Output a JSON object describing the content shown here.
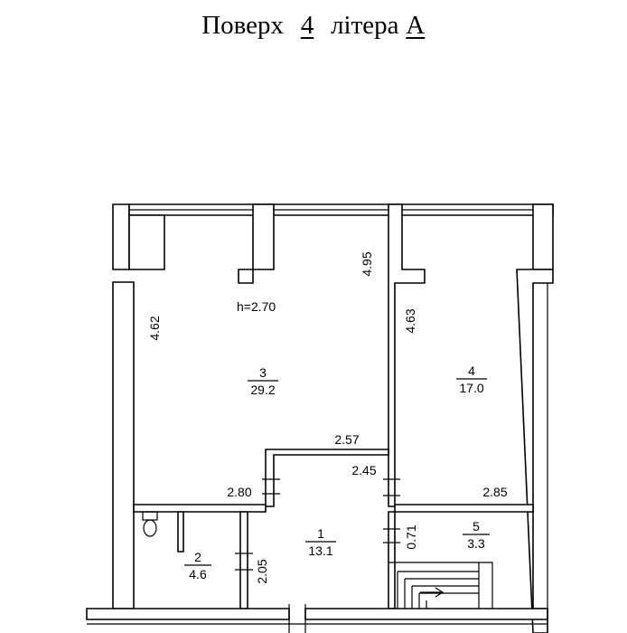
{
  "title": {
    "floor_label": "Поверх",
    "floor_number": "4",
    "letter_label": "літера",
    "letter_value": "А"
  },
  "height_note": "h=2.70",
  "rooms": [
    {
      "number": "3",
      "area": "29.2"
    },
    {
      "number": "4",
      "area": "17.0"
    },
    {
      "number": "1",
      "area": "13.1"
    },
    {
      "number": "2",
      "area": "4.6"
    },
    {
      "number": "5",
      "area": "3.3"
    }
  ],
  "dimensions": {
    "room3_left": "4.62",
    "room3_right": "4.95",
    "room4_left": "4.63",
    "room3_bottom": "2.57",
    "corridor_top": "2.45",
    "room2_top": "2.80",
    "room4_bottom": "2.85",
    "room5_height": "0.71",
    "room2_right": "2.05"
  }
}
